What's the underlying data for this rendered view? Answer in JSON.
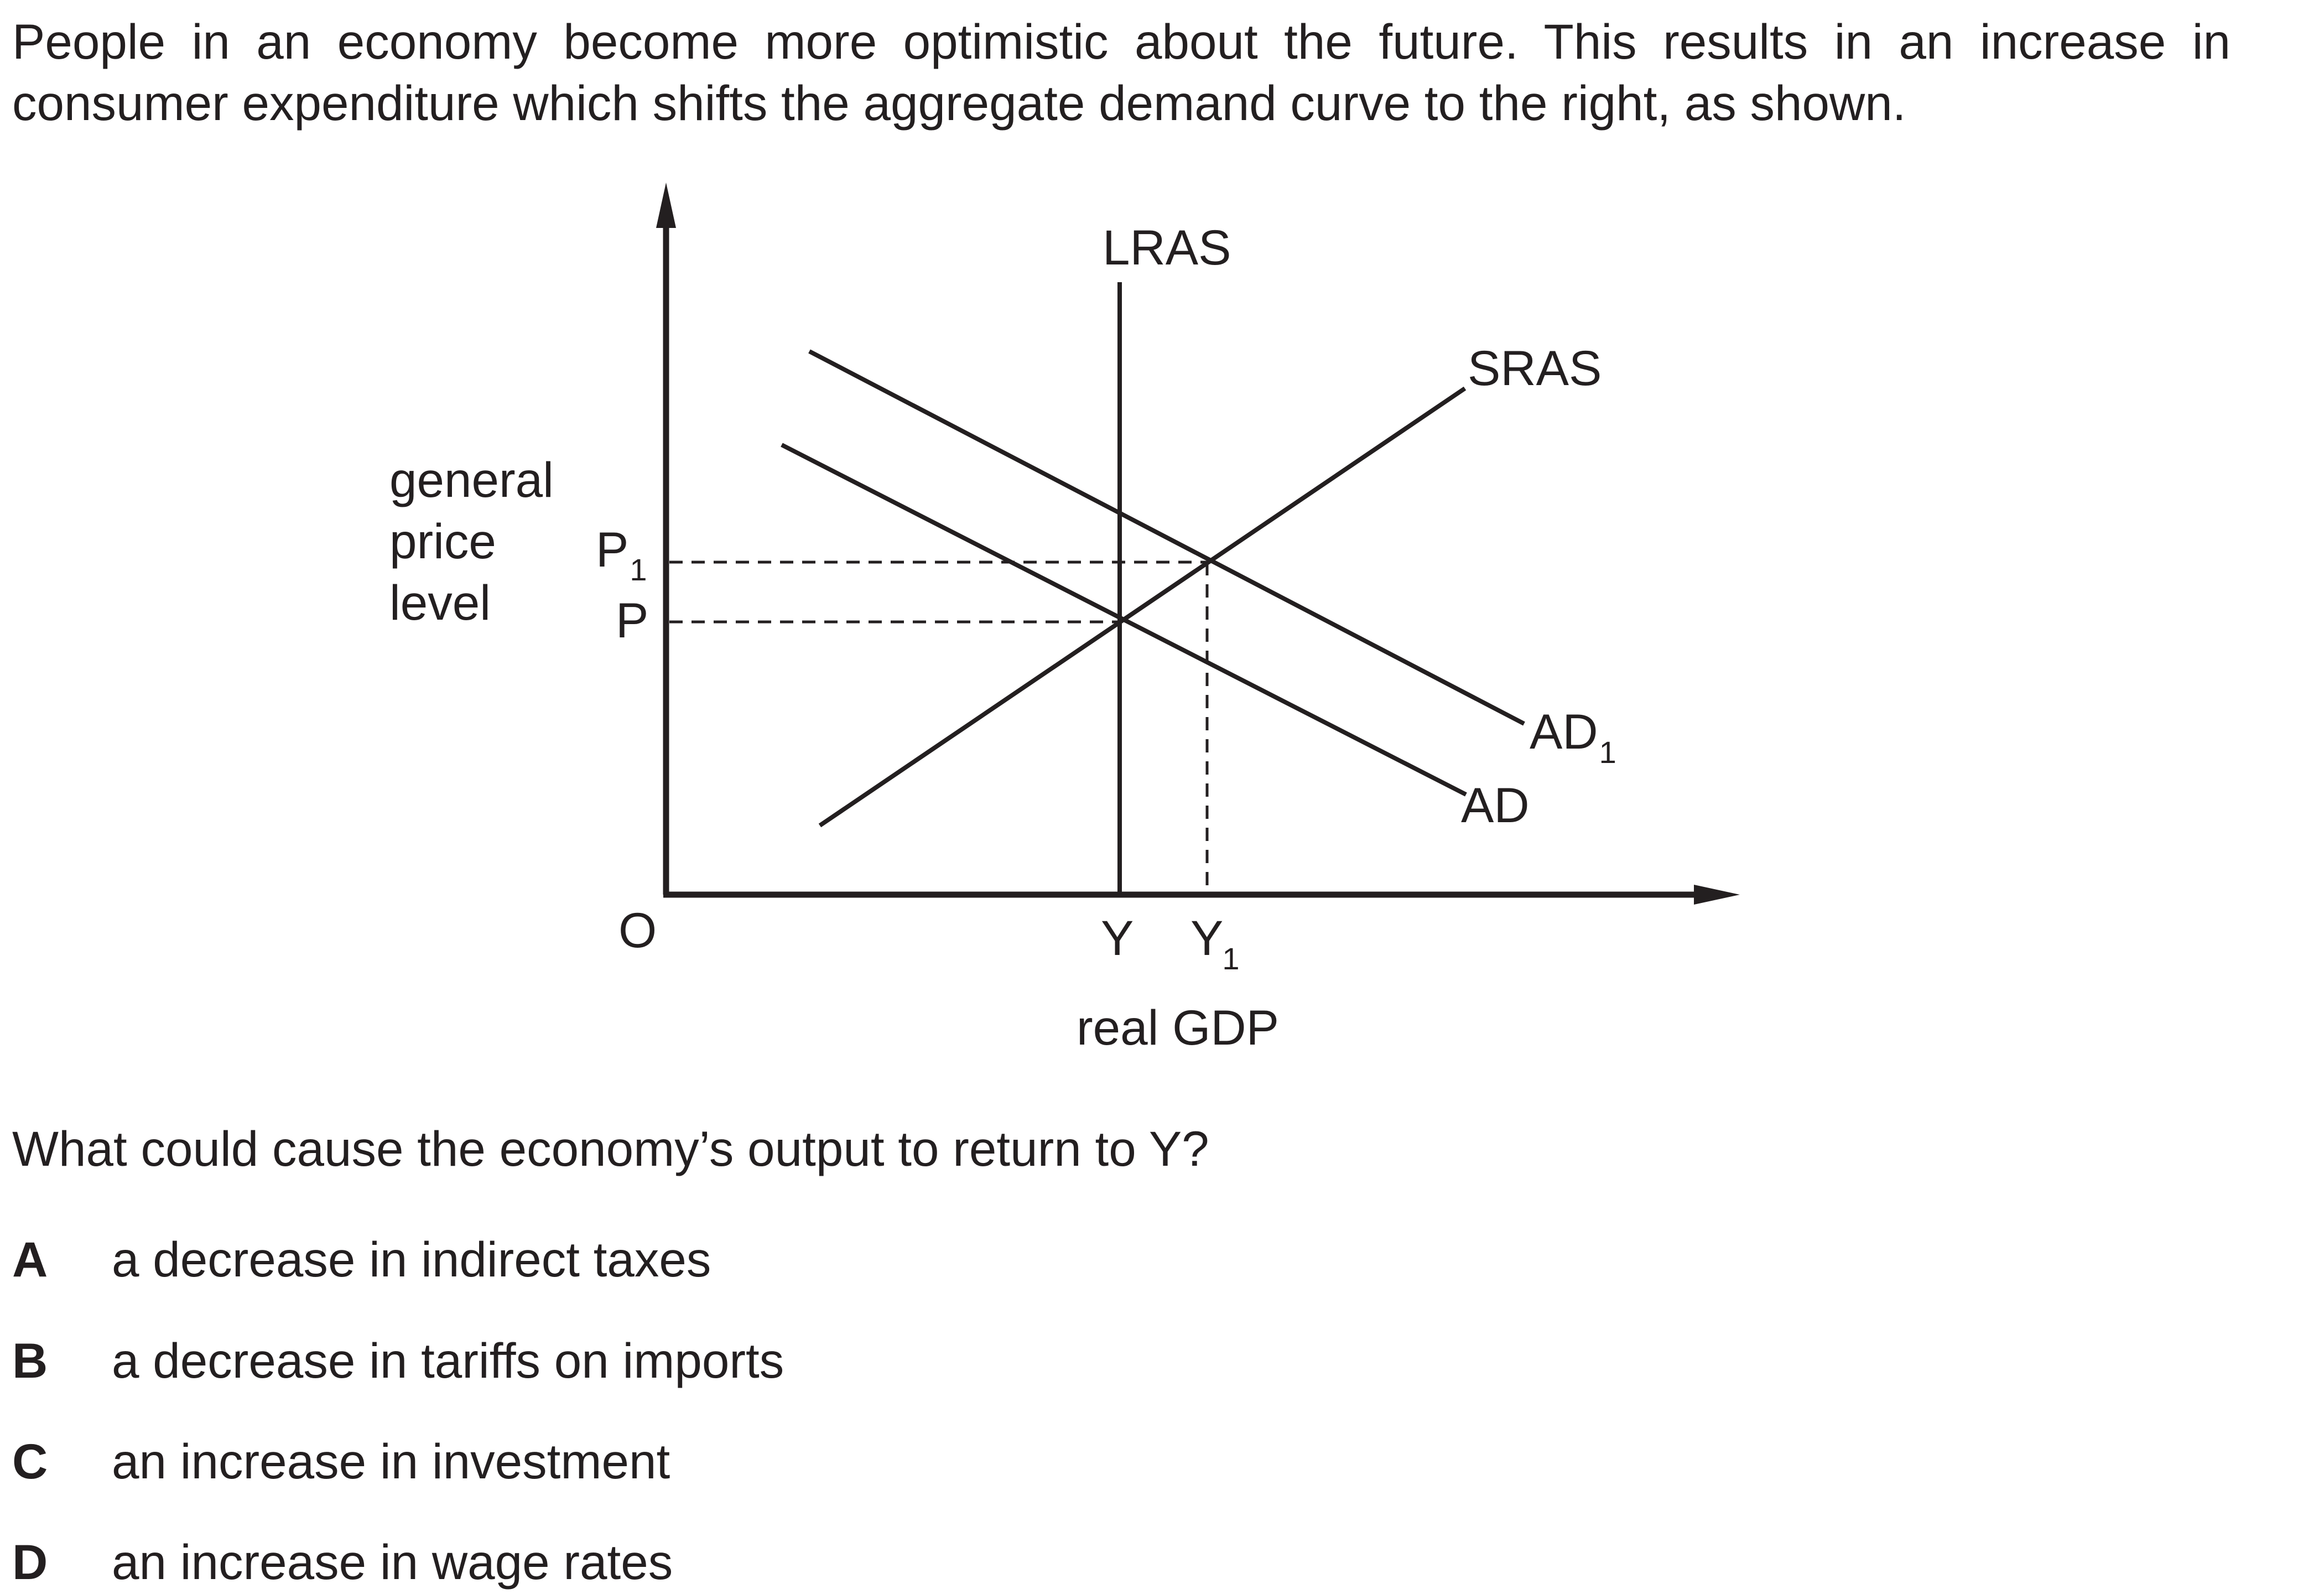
{
  "intro": {
    "line1": "People in an economy become more optimistic about the future. This results in an increase in",
    "line2": "consumer expenditure which shifts the aggregate demand curve to the right, as shown."
  },
  "diagram": {
    "y_axis_label": [
      "general",
      "price",
      "level"
    ],
    "x_axis_label": "real GDP",
    "origin_label": "O",
    "price_labels": {
      "p1_main": "P",
      "p1_sub": "1",
      "p": "P"
    },
    "output_labels": {
      "y": "Y",
      "y1_main": "Y",
      "y1_sub": "1"
    },
    "curve_labels": {
      "lras": "LRAS",
      "sras": "SRAS",
      "ad": "AD",
      "ad1_main": "AD",
      "ad1_sub": "1"
    }
  },
  "question": "What could cause the economy’s output to return to Y?",
  "options": [
    {
      "letter": "A",
      "text": "a decrease in indirect taxes"
    },
    {
      "letter": "B",
      "text": "a decrease in tariffs on imports"
    },
    {
      "letter": "C",
      "text": "an increase in investment"
    },
    {
      "letter": "D",
      "text": "an increase in wage rates"
    }
  ],
  "colors": {
    "ink": "#231f20",
    "background": "#ffffff"
  }
}
